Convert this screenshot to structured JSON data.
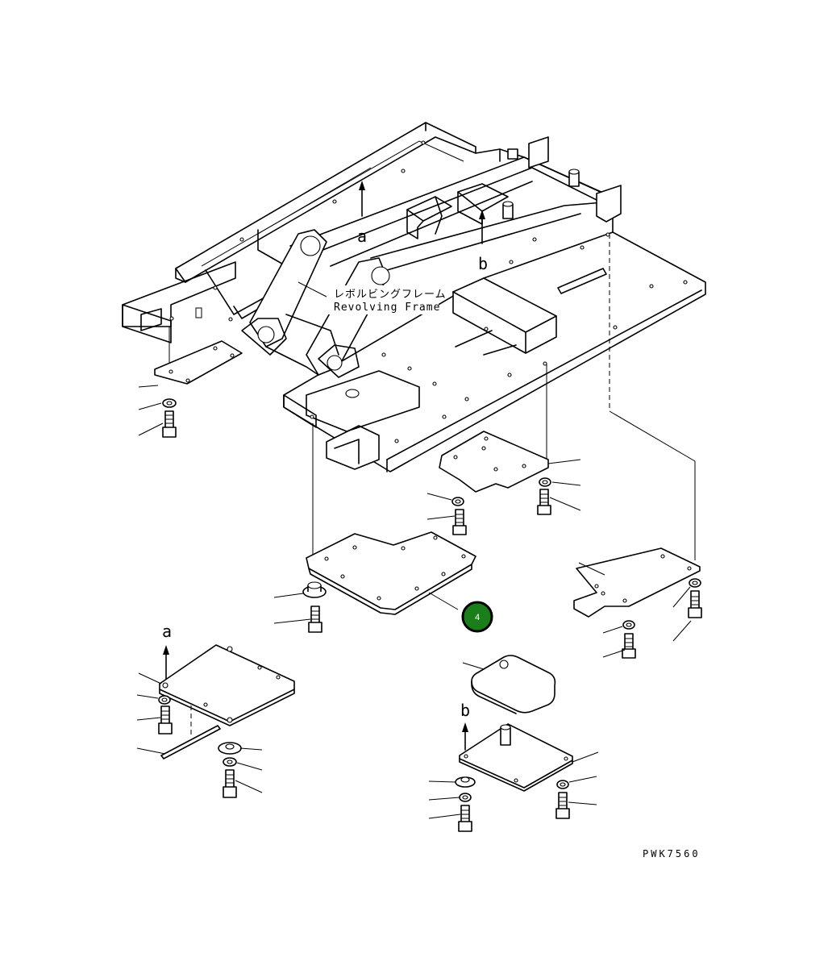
{
  "frame_label_jp": "レボルビングフレーム",
  "frame_label_en": "Revolving Frame",
  "view_marker_a": "a",
  "view_marker_b": "b",
  "drawing_ref": "PWK7560",
  "callout": {
    "number": "4",
    "color": "#1a7f1a"
  }
}
